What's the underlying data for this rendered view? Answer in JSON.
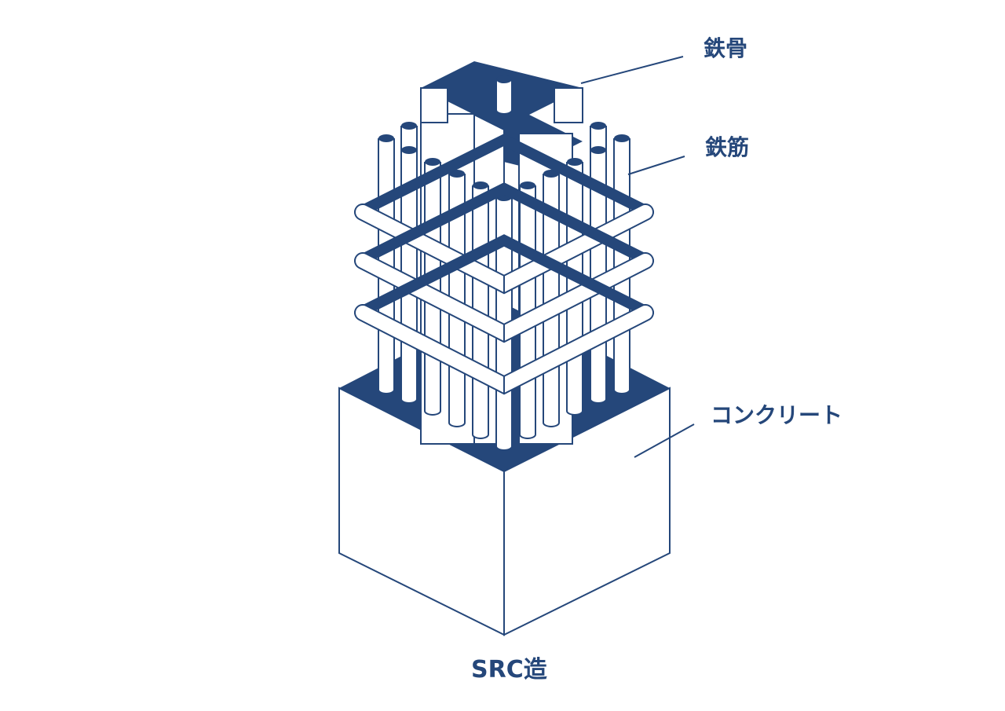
{
  "colors": {
    "primary": "#25477a",
    "background": "#ffffff"
  },
  "labels": {
    "steel_frame": "鉄骨",
    "rebar": "鉄筋",
    "concrete": "コンクリート"
  },
  "caption": "SRC造"
}
